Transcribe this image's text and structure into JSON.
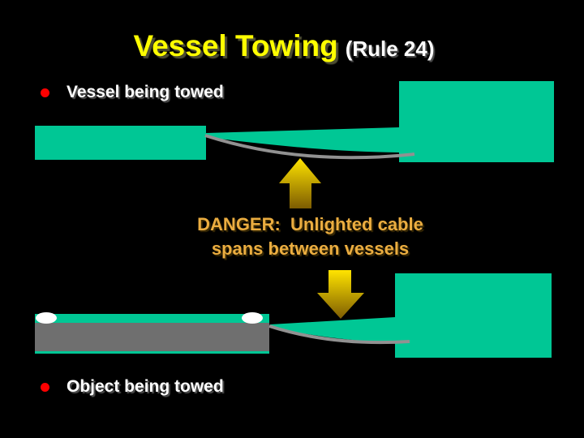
{
  "slide": {
    "title": {
      "main": "Vessel Towing",
      "suffix": "(Rule 24)"
    },
    "bullets": [
      {
        "label": "Vessel being towed"
      },
      {
        "label": "Object being towed"
      }
    ],
    "danger": {
      "line1": "DANGER:  Unlighted cable",
      "line2": "spans between vessels"
    },
    "icons": {
      "bullet": "red-dot",
      "up_arrow": "up-arrow",
      "down_arrow": "down-arrow",
      "lights": "white-ellipse-lights"
    },
    "colors": {
      "background": "#000000",
      "title_yellow": "#FFFF00",
      "rule_white": "#FFFFFF",
      "bullet_red": "#FF0000",
      "vessel_green": "#00C795",
      "object_gray": "#6F6F6F",
      "cable_gray": "#919191",
      "danger_orange": "#EBAD40",
      "arrow_gradient_top": "#FFE400",
      "arrow_gradient_bottom": "#7D5C02",
      "light_white": "#FFFFFF"
    }
  }
}
